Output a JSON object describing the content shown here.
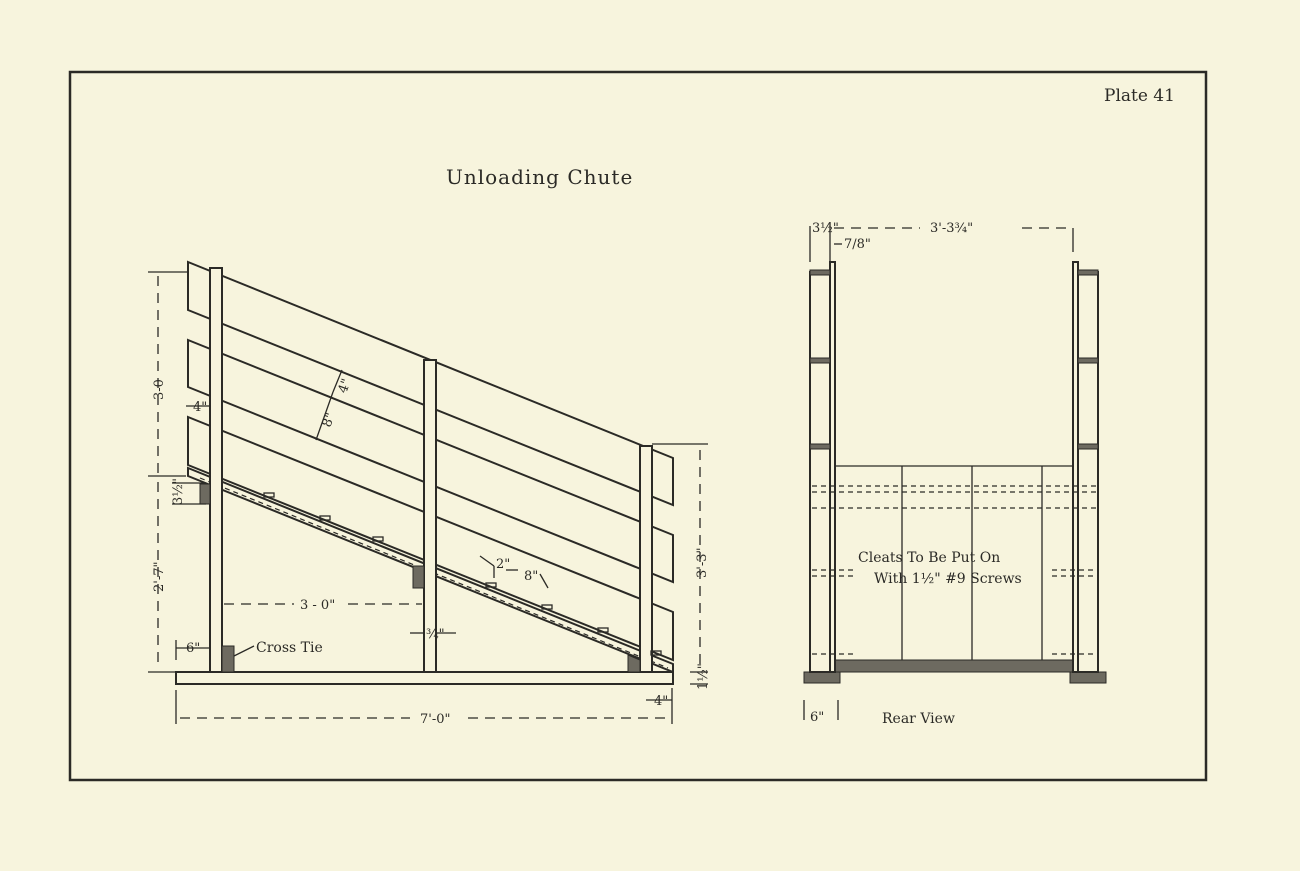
{
  "title": "Unloading Chute",
  "plate": "Plate 41",
  "side_view": {
    "dims": {
      "post_height": "3-0",
      "board_width": "8\"",
      "board_gap": "4\"",
      "rail_offset": "4\"",
      "upper_post_drop": "3½\"",
      "lower_height": "2'-7\"",
      "post_spacing": "3 - 0\"",
      "cleat_size": "2\"",
      "cleat_spacing": "8\"",
      "floor_gap": "¾\"",
      "end_height": "3'-3\"",
      "base_thickness": "1½\"",
      "overhang_left": "6\"",
      "overhang_right": "4\"",
      "total_length": "7'-0\""
    },
    "cross_tie_label": "Cross Tie"
  },
  "rear_view": {
    "label": "Rear View",
    "dims": {
      "inner_width": "3'-3¾\"",
      "board_thickness": "3½\"",
      "cleat_thickness": "7/8\"",
      "base_width": "6\""
    },
    "note_line1": "Cleats To Be Put On",
    "note_line2": "With 1½\" #9 Screws"
  }
}
